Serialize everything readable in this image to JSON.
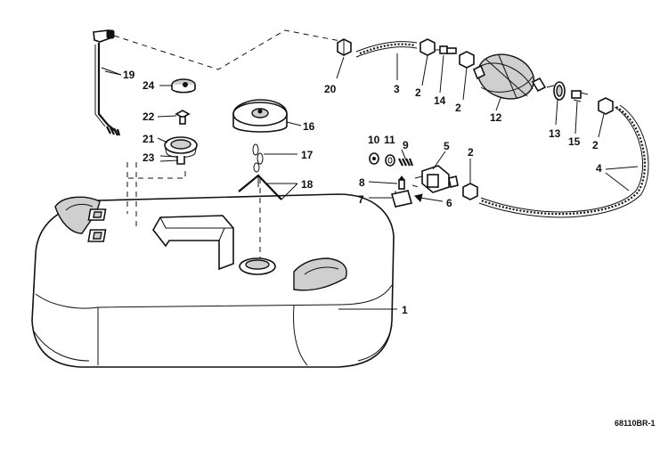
{
  "figure_id": "68110BR-1",
  "callouts": {
    "p1": "1",
    "p2a": "2",
    "p2b": "2",
    "p2c": "2",
    "p2d": "2",
    "p3": "3",
    "p4": "4",
    "p5": "5",
    "p6": "6",
    "p7": "7",
    "p8": "8",
    "p9": "9",
    "p10": "10",
    "p11": "11",
    "p12": "12",
    "p13": "13",
    "p14": "14",
    "p15": "15",
    "p16": "16",
    "p17": "17",
    "p18": "18",
    "p19": "19",
    "p20": "20",
    "p21": "21",
    "p22": "22",
    "p23": "23",
    "p24": "24"
  }
}
